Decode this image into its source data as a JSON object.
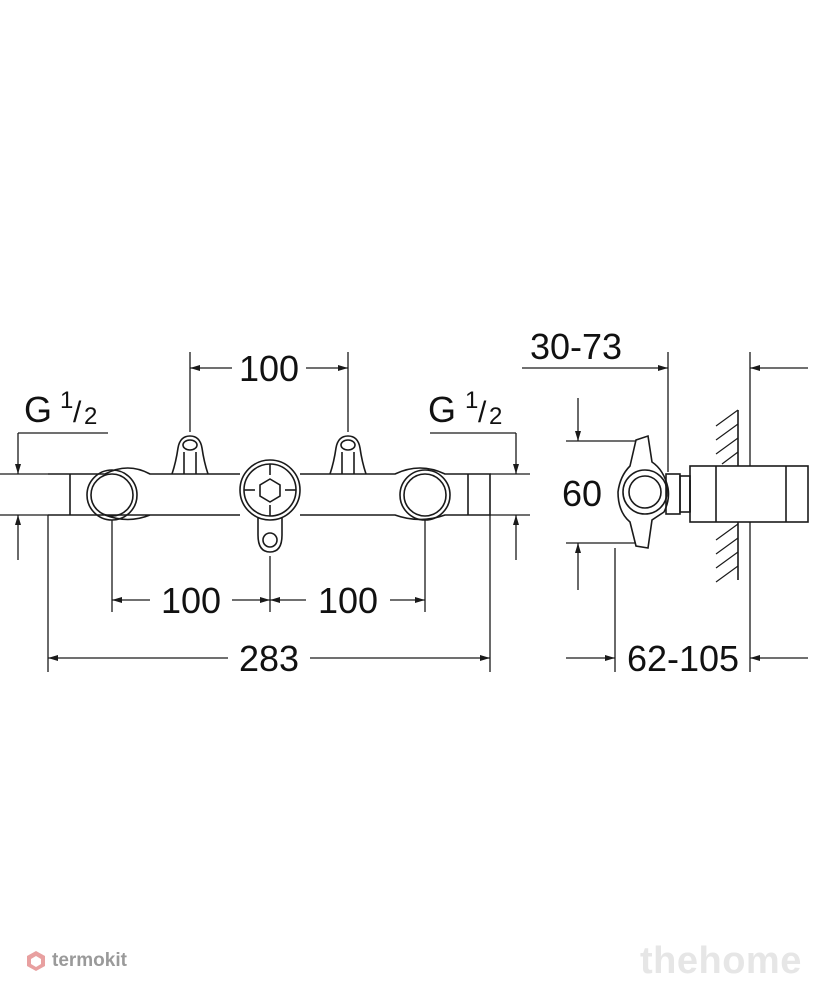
{
  "dimensions": {
    "top_spacing": "100",
    "bottom_left_spacing": "100",
    "bottom_right_spacing": "100",
    "overall_length": "283",
    "thread_letter": "G",
    "thread_num": "1",
    "thread_den": "2",
    "side_depth_range": "30-73",
    "side_height": "60",
    "side_total_range": "62-105"
  },
  "watermarks": {
    "left": "termokit",
    "right": "thehome"
  },
  "colors": {
    "line": "#1a1a1a",
    "wm_left_icon": "#e8a0a0",
    "wm_left_text": "#9a9a9a",
    "wm_right_text": "#e6e6e6"
  }
}
